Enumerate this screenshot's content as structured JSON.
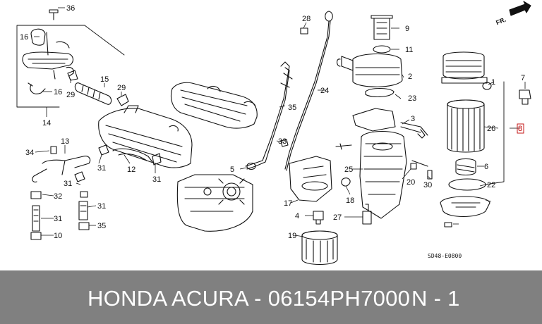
{
  "diagram": {
    "part_labels": [
      "36",
      "16",
      "16",
      "15",
      "29",
      "29",
      "14",
      "13",
      "34",
      "12",
      "31",
      "31",
      "31",
      "32",
      "31",
      "31",
      "35",
      "10",
      "28",
      "9",
      "11",
      "2",
      "24",
      "35",
      "23",
      "33",
      "5",
      "3",
      "25",
      "17",
      "18",
      "20",
      "30",
      "4",
      "27",
      "19",
      "1",
      "7",
      "8",
      "26",
      "6",
      "22"
    ],
    "diagram_code": "SD48-E0800",
    "orientation_label": "FR."
  },
  "caption": {
    "part_title": "HONDA ACURA - 06154PH7000",
    "quantity": "N - 1"
  }
}
